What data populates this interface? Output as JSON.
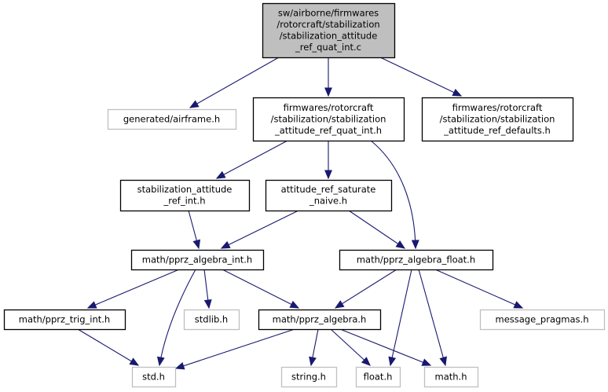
{
  "diagram": {
    "type": "include-dependency-graph",
    "colors": {
      "edge": "#191970",
      "root_fill": "#bfbfbf",
      "root_border": "#000000",
      "documented_border": "#000000",
      "external_border": "#bfbfbf",
      "node_fill": "#ffffff"
    },
    "nodes": [
      {
        "id": "root",
        "kind": "root",
        "lines": [
          "sw/airborne/firmwares",
          "/rotorcraft/stabilization",
          "/stabilization_attitude",
          "_ref_quat_int.c"
        ]
      },
      {
        "id": "airframe",
        "kind": "external",
        "lines": [
          "generated/airframe.h"
        ]
      },
      {
        "id": "quat_int_h",
        "kind": "documented",
        "lines": [
          "firmwares/rotorcraft",
          "/stabilization/stabilization",
          "_attitude_ref_quat_int.h"
        ]
      },
      {
        "id": "ref_defaults",
        "kind": "documented",
        "lines": [
          "firmwares/rotorcraft",
          "/stabilization/stabilization",
          "_attitude_ref_defaults.h"
        ]
      },
      {
        "id": "ref_int",
        "kind": "documented",
        "lines": [
          "stabilization_attitude",
          "_ref_int.h"
        ]
      },
      {
        "id": "saturate",
        "kind": "documented",
        "lines": [
          "attitude_ref_saturate",
          "_naive.h"
        ]
      },
      {
        "id": "alg_int",
        "kind": "documented",
        "lines": [
          "math/pprz_algebra_int.h"
        ]
      },
      {
        "id": "alg_float",
        "kind": "documented",
        "lines": [
          "math/pprz_algebra_float.h"
        ]
      },
      {
        "id": "trig_int",
        "kind": "documented",
        "lines": [
          "math/pprz_trig_int.h"
        ]
      },
      {
        "id": "stdlib",
        "kind": "external",
        "lines": [
          "stdlib.h"
        ]
      },
      {
        "id": "alg",
        "kind": "documented",
        "lines": [
          "math/pprz_algebra.h"
        ]
      },
      {
        "id": "pragmas",
        "kind": "external",
        "lines": [
          "message_pragmas.h"
        ]
      },
      {
        "id": "std",
        "kind": "external",
        "lines": [
          "std.h"
        ]
      },
      {
        "id": "string",
        "kind": "external",
        "lines": [
          "string.h"
        ]
      },
      {
        "id": "float",
        "kind": "external",
        "lines": [
          "float.h"
        ]
      },
      {
        "id": "math",
        "kind": "external",
        "lines": [
          "math.h"
        ]
      }
    ],
    "edges": [
      {
        "from": "root",
        "to": "airframe"
      },
      {
        "from": "root",
        "to": "quat_int_h"
      },
      {
        "from": "root",
        "to": "ref_defaults"
      },
      {
        "from": "quat_int_h",
        "to": "ref_int"
      },
      {
        "from": "quat_int_h",
        "to": "saturate"
      },
      {
        "from": "quat_int_h",
        "to": "alg_float"
      },
      {
        "from": "ref_int",
        "to": "alg_int"
      },
      {
        "from": "saturate",
        "to": "alg_int"
      },
      {
        "from": "saturate",
        "to": "alg_float"
      },
      {
        "from": "alg_int",
        "to": "trig_int"
      },
      {
        "from": "alg_int",
        "to": "std"
      },
      {
        "from": "alg_int",
        "to": "stdlib"
      },
      {
        "from": "alg_int",
        "to": "alg"
      },
      {
        "from": "alg_float",
        "to": "alg"
      },
      {
        "from": "alg_float",
        "to": "float"
      },
      {
        "from": "alg_float",
        "to": "math"
      },
      {
        "from": "alg_float",
        "to": "pragmas"
      },
      {
        "from": "trig_int",
        "to": "std"
      },
      {
        "from": "alg",
        "to": "std"
      },
      {
        "from": "alg",
        "to": "string"
      },
      {
        "from": "alg",
        "to": "float"
      },
      {
        "from": "alg",
        "to": "math"
      }
    ]
  }
}
